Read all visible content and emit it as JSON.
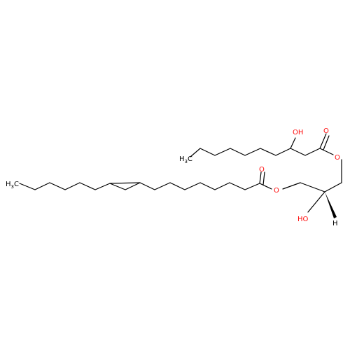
{
  "labels": {
    "oh_top": "OH",
    "o_carbonyl_top": "O",
    "o_ester_top": "O",
    "h3c": "H",
    "h3c_sub": "3",
    "h3c_c": "C",
    "h3c_left": "H",
    "h3c_left_sub": "3",
    "h3c_left_c": "C",
    "o_carbonyl_mid": "O",
    "o_ester_mid": "O",
    "ho": "HO",
    "h": "H"
  },
  "colors": {
    "bond": "#000000",
    "heteroatom": "#ff0d0d"
  }
}
